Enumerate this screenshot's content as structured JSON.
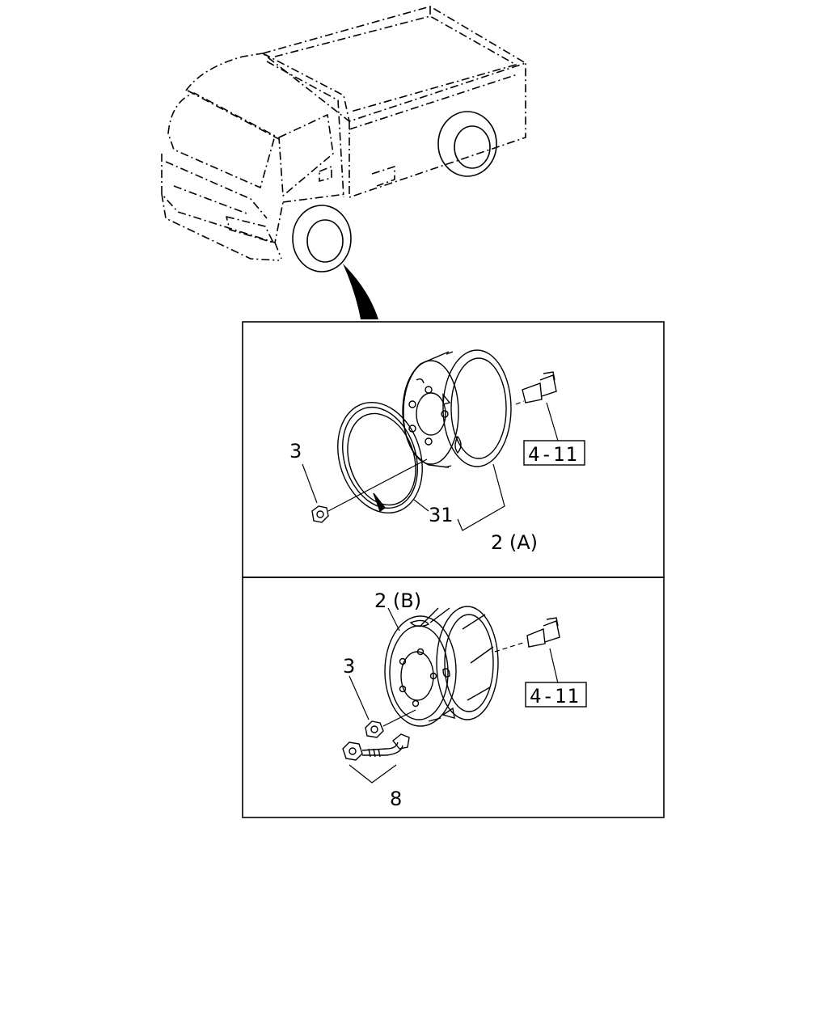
{
  "upper_panel": {
    "part_nut": "3",
    "part_ring": "31",
    "part_wheel": "2 (A)",
    "ref_bolt": "4-11"
  },
  "lower_panel": {
    "part_wheel": "2 (B)",
    "part_nut": "3",
    "part_valve": "8",
    "ref_bolt": "4-11"
  }
}
